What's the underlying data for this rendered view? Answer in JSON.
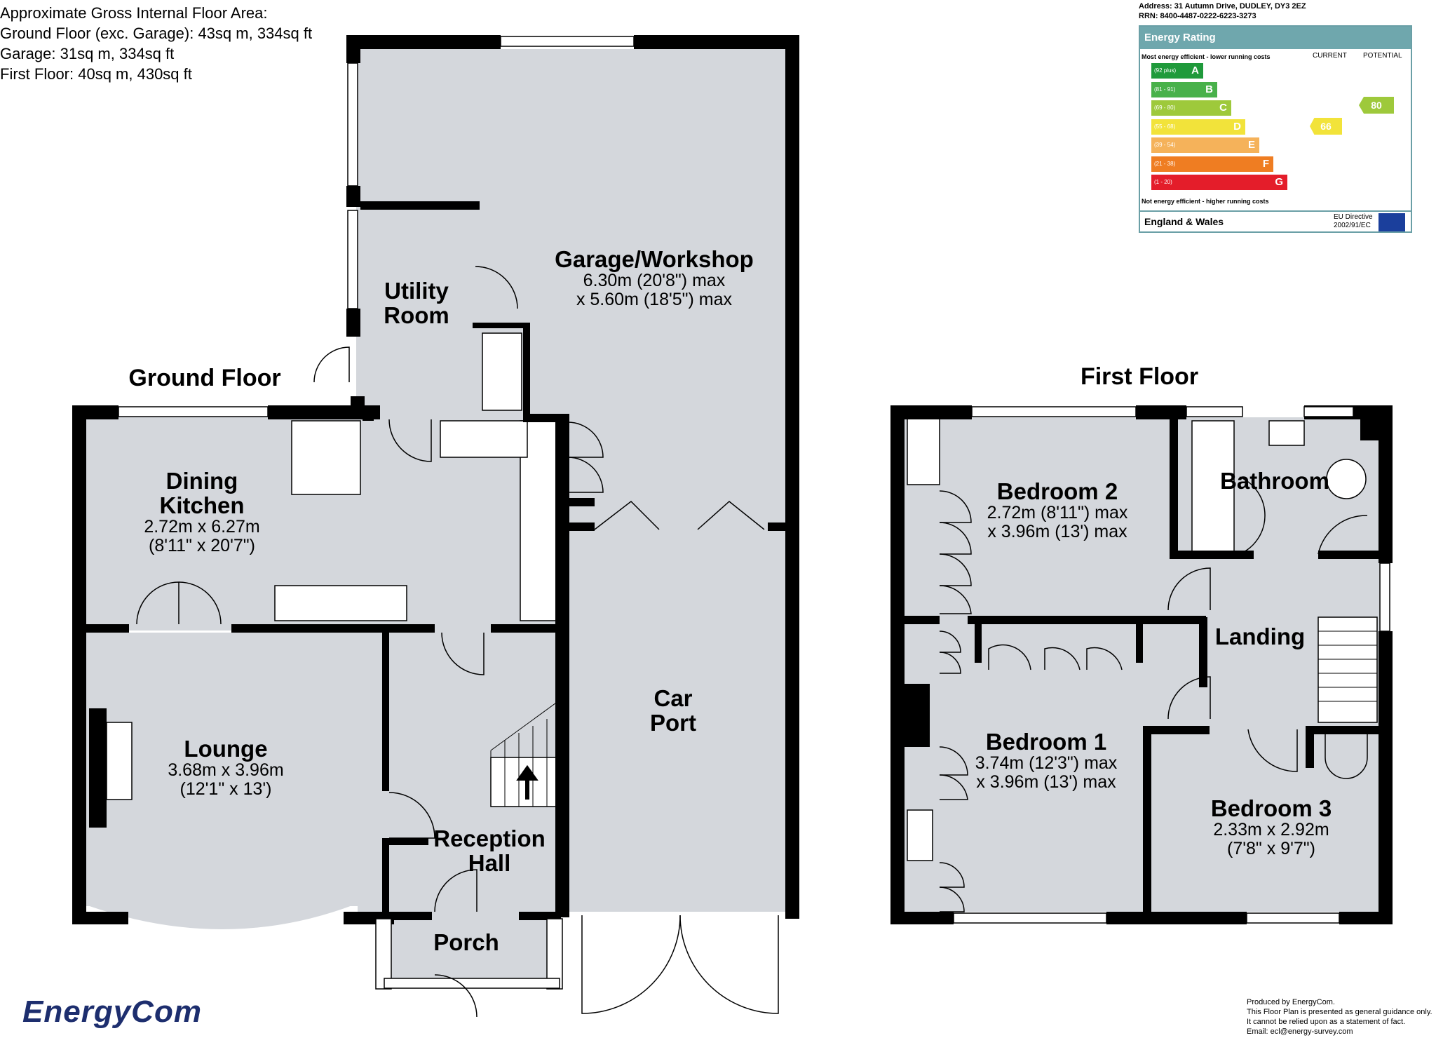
{
  "area_summary": {
    "heading": "Approximate Gross Internal Floor Area:",
    "ground": "Ground Floor (exc. Garage): 43sq m, 334sq ft",
    "garage": "Garage: 31sq m, 334sq ft",
    "first": "First Floor: 40sq m, 430sq ft"
  },
  "epc": {
    "address": "Address: 31 Autumn Drive, DUDLEY, DY3 2EZ",
    "rrn": "RRN: 8400-4487-0222-6223-3273",
    "title": "Energy Rating",
    "top_note": "Most energy efficient - lower running costs",
    "bottom_note": "Not energy efficient - higher running costs",
    "current_label": "CURRENT",
    "potential_label": "POTENTIAL",
    "current_value": "66",
    "potential_value": "80",
    "region": "England & Wales",
    "directive_line1": "EU Directive",
    "directive_line2": "2002/91/EC",
    "bands": [
      {
        "range": "(92 plus)",
        "letter": "A",
        "color": "#1f9a3b"
      },
      {
        "range": "(81 - 91)",
        "letter": "B",
        "color": "#48b14a"
      },
      {
        "range": "(69 - 80)",
        "letter": "C",
        "color": "#9ec93b"
      },
      {
        "range": "(55 - 68)",
        "letter": "D",
        "color": "#f2e33a"
      },
      {
        "range": "(39 - 54)",
        "letter": "E",
        "color": "#f5b25a"
      },
      {
        "range": "(21 - 38)",
        "letter": "F",
        "color": "#ef7d22"
      },
      {
        "range": "(1 - 20)",
        "letter": "G",
        "color": "#e41d2a"
      }
    ]
  },
  "floors": {
    "ground_title": "Ground Floor",
    "first_title": "First Floor"
  },
  "rooms": {
    "garage_name": "Garage/Workshop",
    "garage_dim1": "6.30m (20'8\") max",
    "garage_dim2": "x 5.60m (18'5\") max",
    "utility_line1": "Utility",
    "utility_line2": "Room",
    "dining_line1": "Dining",
    "dining_line2": "Kitchen",
    "dining_dim1": "2.72m x 6.27m",
    "dining_dim2": "(8'11\" x 20'7\")",
    "lounge_name": "Lounge",
    "lounge_dim1": "3.68m x 3.96m",
    "lounge_dim2": "(12'1\" x 13')",
    "carport_line1": "Car",
    "carport_line2": "Port",
    "reception_line1": "Reception",
    "reception_line2": "Hall",
    "porch_name": "Porch",
    "bed2_name": "Bedroom 2",
    "bed2_dim1": "2.72m (8'11\") max",
    "bed2_dim2": "x 3.96m (13') max",
    "bathroom_name": "Bathroom",
    "landing_name": "Landing",
    "bed1_name": "Bedroom 1",
    "bed1_dim1": "3.74m (12'3\") max",
    "bed1_dim2": "x 3.96m (13') max",
    "bed3_name": "Bedroom 3",
    "bed3_dim1": "2.33m x 2.92m",
    "bed3_dim2": "(7'8\" x 9'7\")"
  },
  "brand": {
    "logo": "EnergyCom",
    "produced_lines": [
      "Produced by EnergyCom.",
      "This Floor Plan is presented as general guidance only.",
      "It cannot be relied upon as a statement of fact.",
      "Email: ecl@energy-survey.com"
    ]
  },
  "colors": {
    "room_fill": "#d4d7dc",
    "wall": "#000000",
    "epc_header": "#6fa7ad"
  }
}
